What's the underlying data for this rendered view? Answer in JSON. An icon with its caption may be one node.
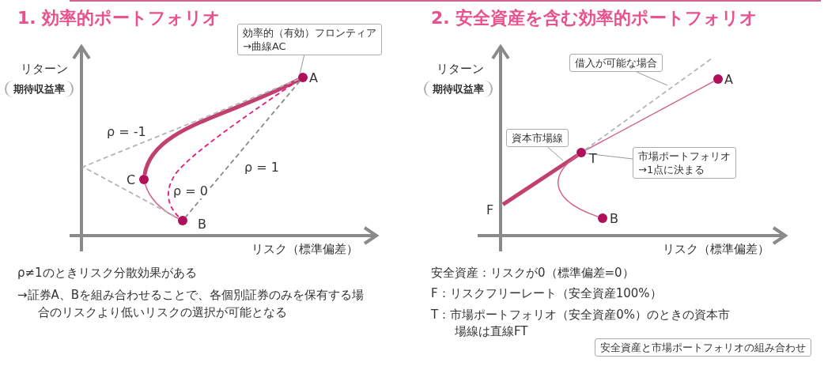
{
  "diagram": {
    "nodes": [
      {
        "text": [
          "効率的（有効）フロンティア",
          "→曲線AC"
        ]
      },
      {
        "text": [
          "A"
        ]
      },
      {
        "text": [
          "C"
        ]
      },
      {
        "text": [
          "B"
        ]
      },
      {
        "text": [
          "借入が可能な場合"
        ]
      },
      {
        "text": [
          "A"
        ]
      },
      {
        "text": [
          "資本市場線"
        ]
      },
      {
        "text": [
          "T"
        ]
      },
      {
        "text": [
          "市場ポートフォリオ",
          "→1点に決まる"
        ]
      },
      {
        "text": [
          "F"
        ]
      },
      {
        "text": [
          "B"
        ]
      },
      {
        "text": [
          "T：市場ポートフォリオ（安全資産0%）のときの資本市場線は直線FT"
        ]
      },
      {
        "text": [
          "安全資産と市場ポートフォリオの組み合わせ"
        ]
      }
    ],
    "edges": [
      {
        "from": 0,
        "to": 1,
        "arrow": "none"
      },
      {
        "from": 1,
        "to": 2,
        "arrow": "none",
        "style": "thick",
        "color": "#c2406f"
      },
      {
        "from": 2,
        "to": 3,
        "arrow": "none",
        "color": "#d0628f"
      },
      {
        "from": 1,
        "to": 3,
        "arrow": "none",
        "label": "ρ = 0",
        "style": "dashed",
        "color": "#e6197a"
      },
      {
        "from": 1,
        "to": 3,
        "arrow": "none",
        "label": "ρ = -1",
        "style": "dashed",
        "color": "#b5b5b5"
      },
      {
        "from": 1,
        "to": 3,
        "arrow": "none",
        "label": "ρ = 1",
        "style": "dashed",
        "color": "#8a8a8a"
      },
      {
        "from": 4,
        "to": null,
        "arrow": "none"
      },
      {
        "from": 6,
        "to": null,
        "arrow": "none"
      },
      {
        "from": 8,
        "to": 7,
        "arrow": "none"
      },
      {
        "from": 9,
        "to": 7,
        "arrow": "none",
        "style": "thick",
        "color": "#c2406f"
      },
      {
        "from": 7,
        "to": 5,
        "arrow": "none",
        "color": "#d0628f"
      },
      {
        "from": 7,
        "to": 10,
        "arrow": "none",
        "color": "#d0628f"
      },
      {
        "from": 7,
        "to": null,
        "arrow": "none",
        "style": "dashed",
        "color": "#b5b5b5"
      },
      {
        "from": 12,
        "to": 11,
        "arrow": "none"
      }
    ],
    "labels": [
      "1. 効率的ポートフォリオ",
      "2. 安全資産を含む効率的ポートフォリオ",
      "リターン",
      "期待収益率",
      "リスク（標準偏差）",
      "リターン",
      "期待収益率",
      "リスク（標準偏差）",
      "ρ≠1のときリスク分散効果がある",
      "→証券A、Bを組み合わせることで、各個別証券のみを保有する場合のリスクより低いリスクの選択が可能となる",
      "安全資産：リスクが0（標準偏差=0）",
      "F：リスクフリーレート（安全資産100%）"
    ]
  }
}
